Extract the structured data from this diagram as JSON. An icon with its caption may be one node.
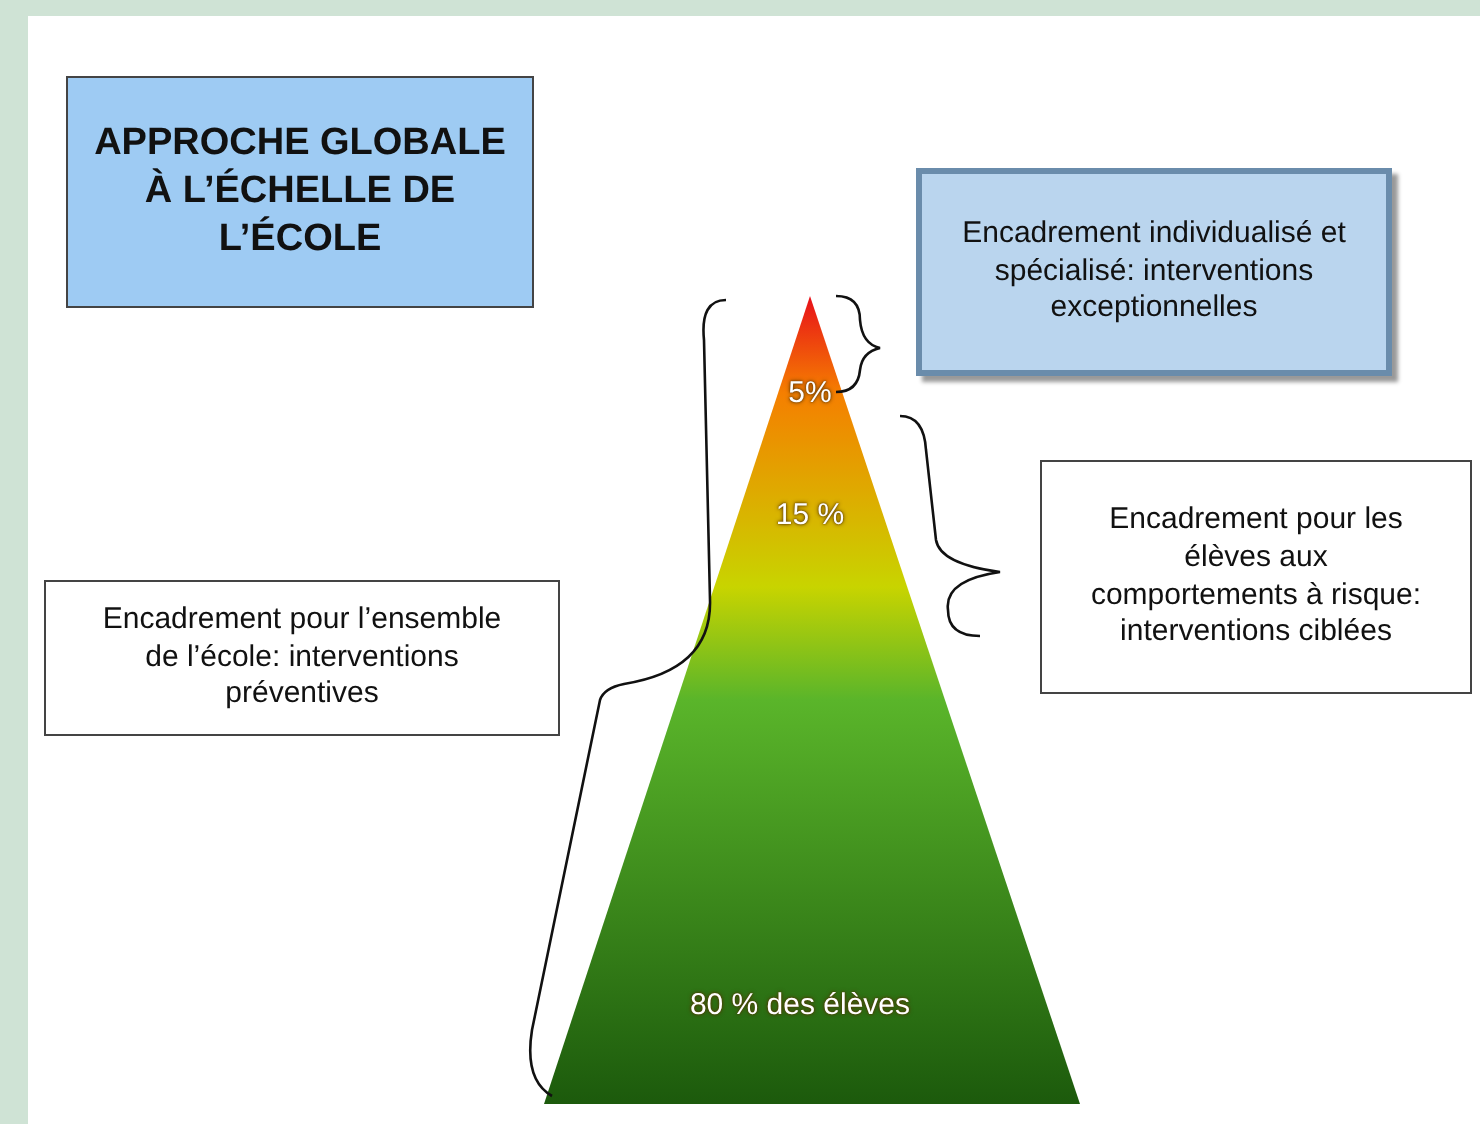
{
  "diagram": {
    "nodes": [
      {
        "text": [
          "APPROCHE GLOBALE À L’ÉCHELLE DE L’ÉCOLE"
        ]
      },
      {
        "text": [
          "Encadrement individualisé et spécialisé: interventions exceptionnelles"
        ]
      },
      {
        "text": [
          "Encadrement pour les élèves aux comportements à risque: interventions ciblées"
        ]
      },
      {
        "text": [
          "Encadrement pour l’ensemble de l’école: interventions préventives"
        ]
      },
      {
        "text": [
          "5%"
        ]
      },
      {
        "text": [
          "15 %"
        ]
      },
      {
        "text": [
          "80 % des élèves"
        ]
      }
    ]
  }
}
